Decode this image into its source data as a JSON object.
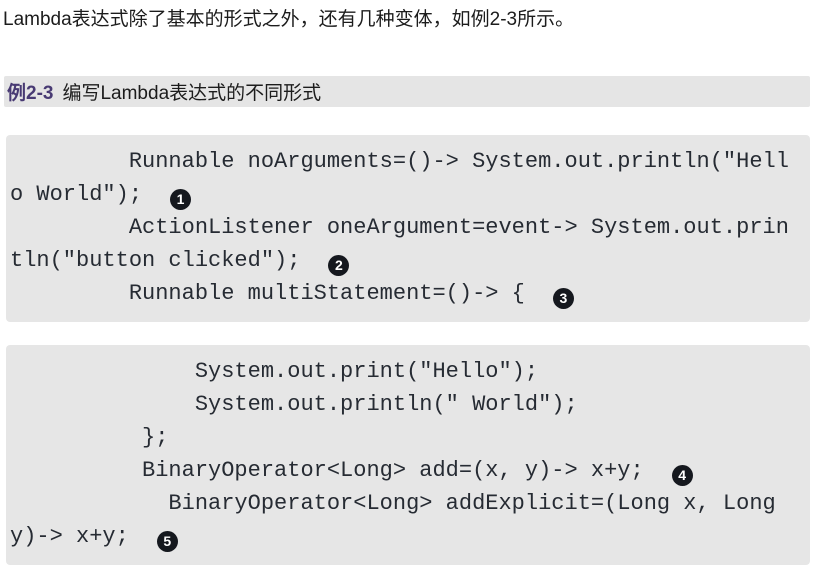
{
  "intro": {
    "text": "Lambda表达式除了基本的形式之外，还有几种变体，如例2-3所示。"
  },
  "example_header": {
    "label": "例2-3",
    "title": "编写Lambda表达式的不同形式"
  },
  "colors": {
    "label_purple": "#483a73",
    "block_background": "#e6e6e6",
    "header_background": "#e5e5e5",
    "code_text": "#262b33",
    "marker_background": "#15181e"
  },
  "code_blocks": [
    {
      "lines": [
        {
          "text": "         Runnable noArguments=()-> System.out.println(\"Hell"
        },
        {
          "text": "o World\");",
          "marker": "1"
        },
        {
          "text": "         ActionListener oneArgument=event-> System.out.prin"
        },
        {
          "text": "tln(\"button clicked\");",
          "marker": "2"
        },
        {
          "text": "         Runnable multiStatement=()-> {",
          "marker": "3"
        }
      ]
    },
    {
      "lines": [
        {
          "text": "              System.out.print(\"Hello\");"
        },
        {
          "text": "              System.out.println(\" World\");"
        },
        {
          "text": "          };"
        },
        {
          "text": "          BinaryOperator<Long> add=(x, y)-> x+y;",
          "marker": "4"
        },
        {
          "text": "            BinaryOperator<Long> addExplicit=(Long x, Long"
        },
        {
          "text": "y)-> x+y;",
          "marker": "5"
        }
      ]
    }
  ]
}
